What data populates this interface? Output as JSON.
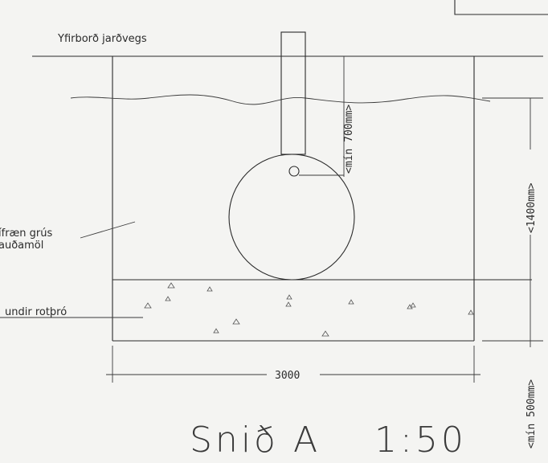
{
  "labels": {
    "ground_surface": "Yfirborð jarðvegs",
    "fill_line1": "ífræn grús",
    "fill_line2": "auðamöl",
    "bedding": "undir rotþró"
  },
  "dimensions": {
    "min_cover": "<mín 700mm>",
    "depth": "<1400mm>",
    "min_base": "<mín 500mm>",
    "width": "3000"
  },
  "title": "Snið A",
  "scale": "1:50",
  "colors": {
    "background": "#f4f4f2",
    "line": "#2a2a2a"
  }
}
